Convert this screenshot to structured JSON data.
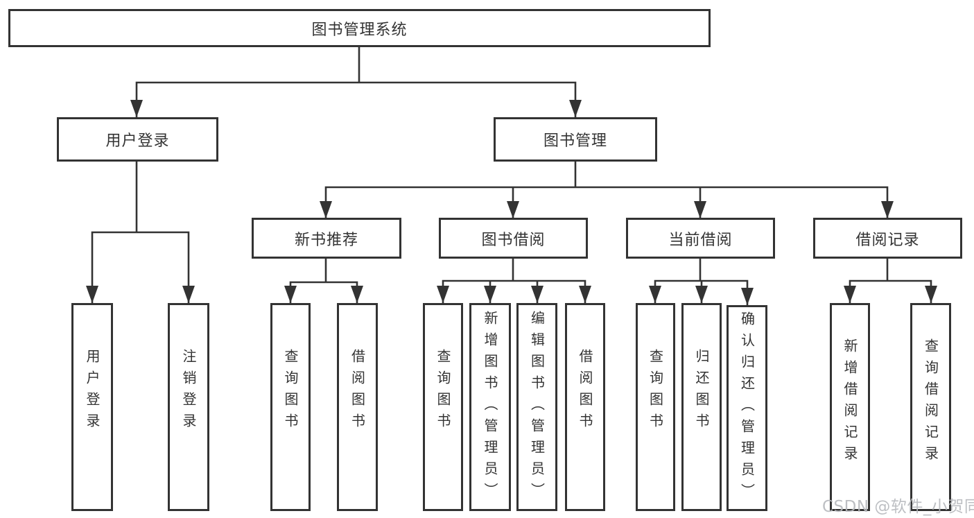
{
  "colors": {
    "line": "#333333",
    "border": "#333333",
    "text": "#333333",
    "background": "#ffffff",
    "watermark": "#b6b9bd"
  },
  "watermark": {
    "text": "CSDN @软件_小贺同学"
  },
  "tree": {
    "root": {
      "label": "图书管理系统",
      "children": [
        {
          "label": "用户登录",
          "children": [
            {
              "label": "用户登录"
            },
            {
              "label": "注销登录"
            }
          ]
        },
        {
          "label": "图书管理",
          "children": [
            {
              "label": "新书推荐",
              "children": [
                {
                  "label": "查询图书"
                },
                {
                  "label": "借阅图书"
                }
              ]
            },
            {
              "label": "图书借阅",
              "children": [
                {
                  "label": "查询图书"
                },
                {
                  "label": "新增图书（管理员）"
                },
                {
                  "label": "编辑图书（管理员）"
                },
                {
                  "label": "借阅图书"
                }
              ]
            },
            {
              "label": "当前借阅",
              "children": [
                {
                  "label": "查询图书"
                },
                {
                  "label": "归还图书"
                },
                {
                  "label": "确认归还（管理员）"
                }
              ]
            },
            {
              "label": "借阅记录",
              "children": [
                {
                  "label": "新增借阅记录"
                },
                {
                  "label": "查询借阅记录"
                }
              ]
            }
          ]
        }
      ]
    }
  }
}
